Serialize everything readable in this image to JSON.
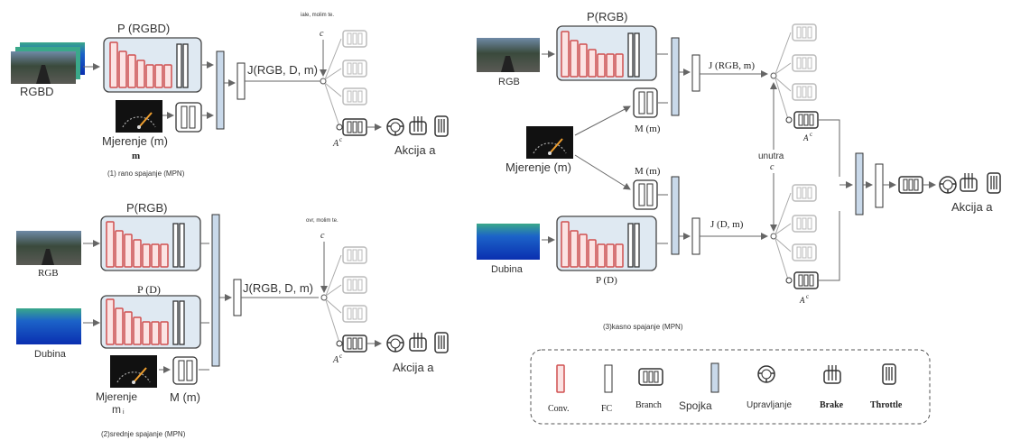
{
  "diagram": {
    "panel1": {
      "input_label": "RGBD",
      "net_label": "P (RGBD)",
      "measurement_label": "Mjerenje (m)",
      "measurement_sub": "m",
      "join_label": "J(RGB, D, m)",
      "command_small": "iale, molim te.",
      "command_c": "c",
      "branch_label": "A",
      "branch_sup": "c",
      "action_label": "Akcija a",
      "caption": "(1) rano spajanje (MPN)"
    },
    "panel2": {
      "rgb_label": "RGB",
      "depth_label": "Dubina",
      "net_rgb_label": "P(RGB)",
      "net_depth_label": "P (D)",
      "measurement_label_1": "Mjerenje",
      "measurement_label_2": "m",
      "measurement_sub": "i",
      "m_label": "M (m)",
      "join_label": "J(RGB, D, m)",
      "command_small": "ovr, molim te.",
      "command_c": "c",
      "branch_label": "A",
      "branch_sup": "c",
      "action_label": "Akcija a",
      "caption": "(2)srednje spajanje (MPN)"
    },
    "panel3": {
      "rgb_label": "RGB",
      "depth_label": "Dubina",
      "net_rgb_label": "P(RGB)",
      "net_depth_label": "P (D)",
      "measurement_label": "Mjerenje (m)",
      "m_top_label": "M (m)",
      "m_bottom_label": "M (m)",
      "join_top_label": "J (RGB, m)",
      "join_bottom_label": "J (D, m)",
      "command_label": "unutra",
      "command_c": "c",
      "branch_label_top": "A",
      "branch_label_bottom": "A",
      "branch_sup": "c",
      "action_label": "Akcija a",
      "caption": "(3)kasno spajanje (MPN)"
    },
    "legend": {
      "conv": "Conv.",
      "fc": "FC",
      "branch": "Branch",
      "spojka": "Spojka",
      "upravljanje": "Upravljanje",
      "brake": "Brake",
      "throttle": "Throttle"
    },
    "colors": {
      "conv_stroke": "#d05050",
      "conv_fill": "#fbe3e3",
      "net_bg": "#dfe9f2",
      "spojka_fill": "#c9d9ea",
      "line": "#666666"
    }
  }
}
